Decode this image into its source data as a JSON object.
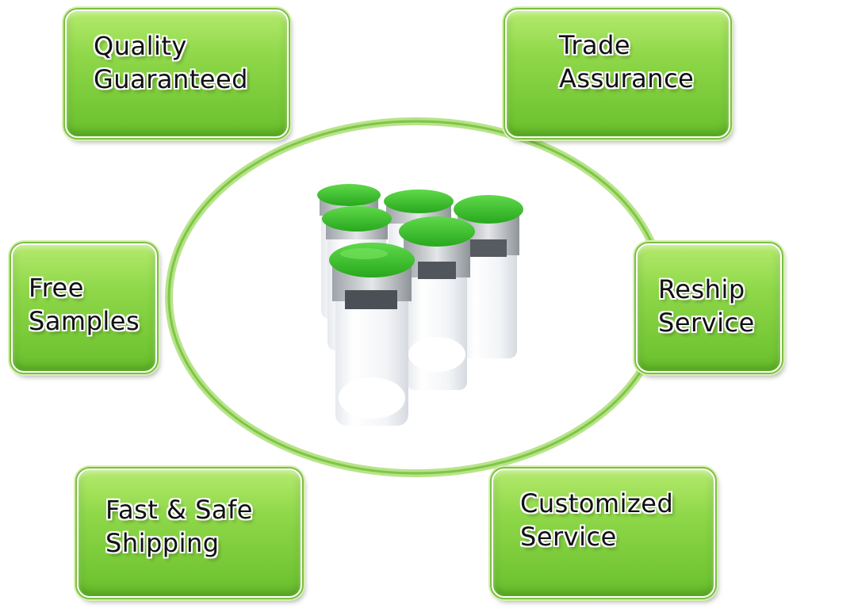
{
  "cards": {
    "quality": {
      "line1": "Quality",
      "line2": "Guaranteed"
    },
    "trade": {
      "line1": "Trade",
      "line2": "Assurance"
    },
    "free": {
      "line1": "Free",
      "line2": "Samples"
    },
    "reship": {
      "line1": "Reship",
      "line2": "Service"
    },
    "fast": {
      "line1": "Fast & Safe",
      "line2": "Shipping"
    },
    "custom": {
      "line1": "Customized",
      "line2": "Service"
    }
  },
  "colors": {
    "card_green": "#8fd84a",
    "ring_green": "#8ccf4a",
    "cap_green": "#3fbf2c",
    "text": "#111111"
  },
  "icons": {
    "center_image": "vials-cluster-icon"
  }
}
